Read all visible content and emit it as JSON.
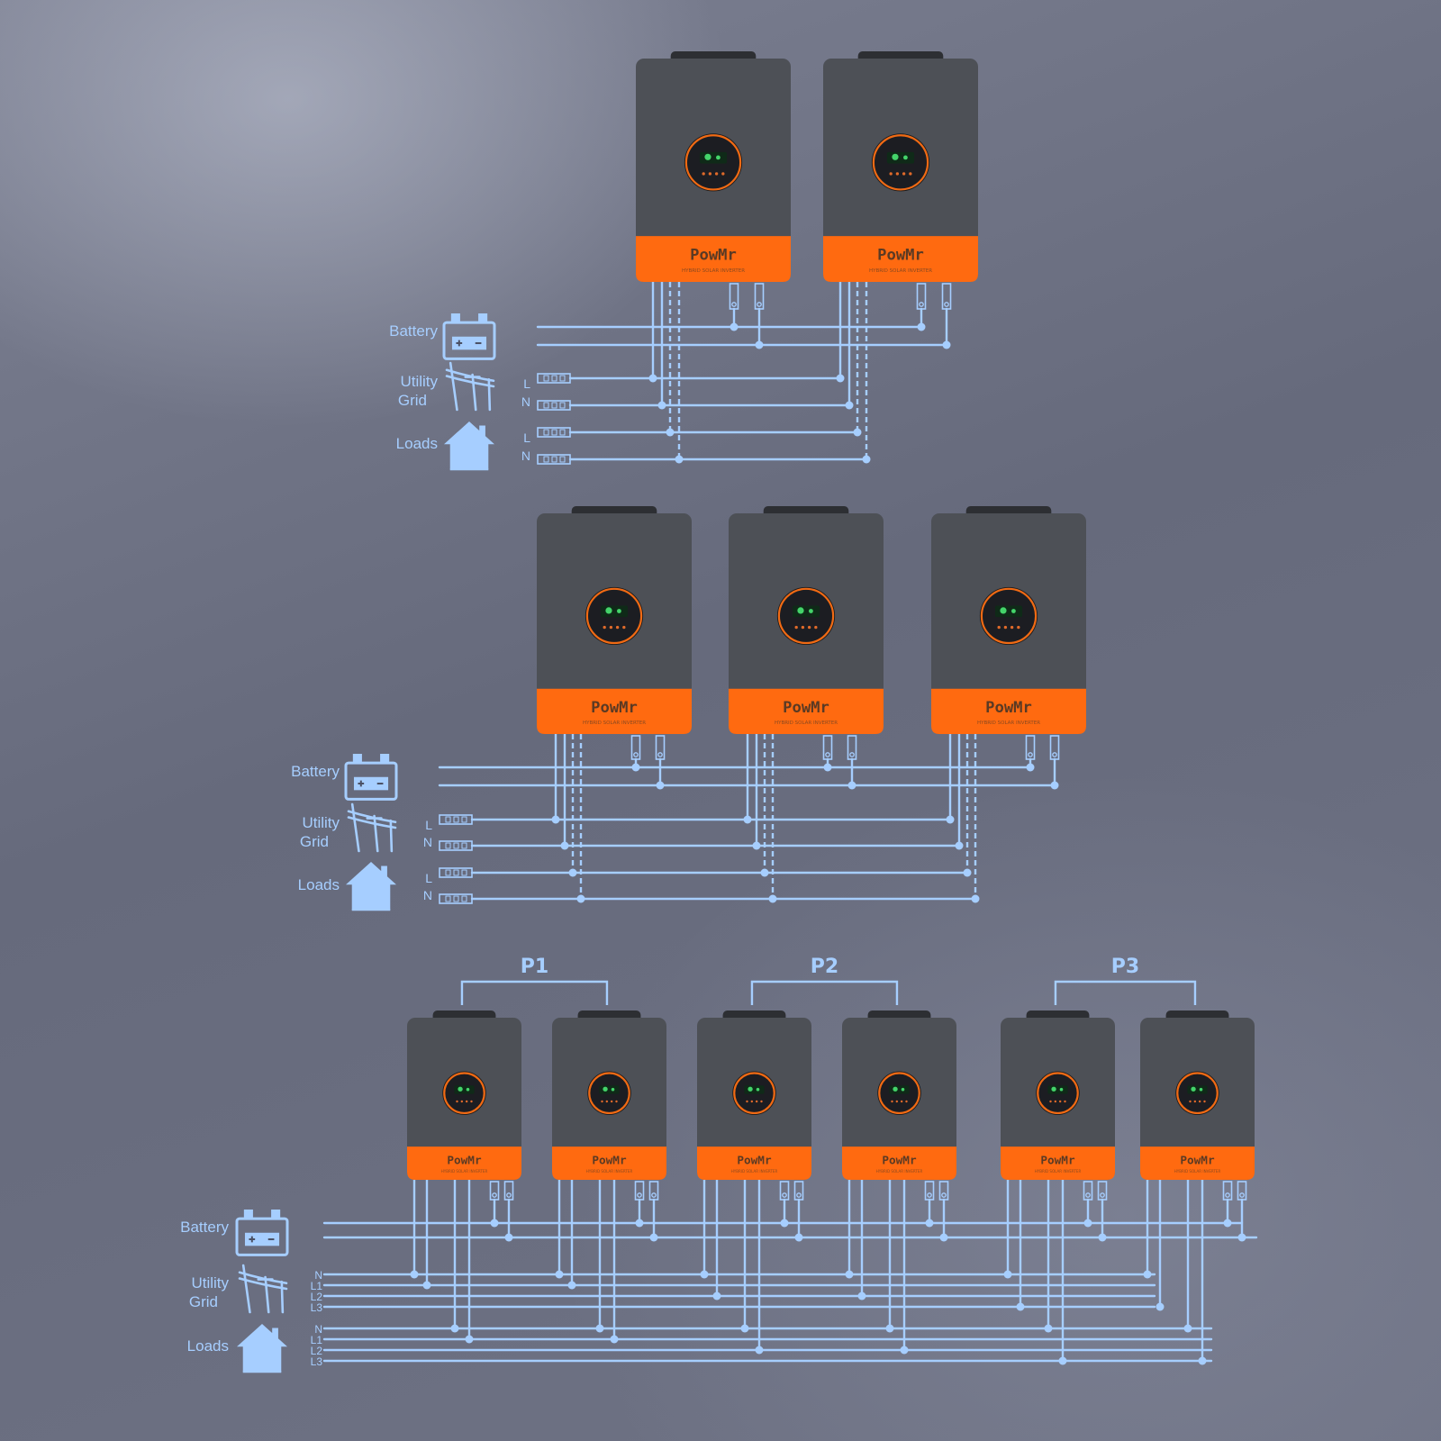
{
  "brand": {
    "name": "PowMr",
    "subtitle": "HYBRID SOLAR INVERTER"
  },
  "labels": {
    "battery": "Battery",
    "utility_line1": "Utility",
    "utility_line2": "Grid",
    "loads": "Loads"
  },
  "wire_labels": {
    "single_phase": [
      "L",
      "N",
      "L",
      "N"
    ],
    "three_phase_grid": [
      "N",
      "L1",
      "L2",
      "L3"
    ],
    "three_phase_loads": [
      "N",
      "L1",
      "L2",
      "L3"
    ]
  },
  "phase_groups": [
    "P1",
    "P2",
    "P3"
  ],
  "sections": [
    {
      "name": "two-unit-parallel",
      "inverter_count": 2
    },
    {
      "name": "three-unit-parallel",
      "inverter_count": 3
    },
    {
      "name": "three-phase-six-units",
      "inverter_count": 6
    }
  ],
  "colors": {
    "wire": "#a6ceff",
    "inverter_body": "#4d5056",
    "inverter_band": "#ff6a10",
    "display_ring": "#f06a14"
  },
  "icons": [
    "battery-icon",
    "utility-pole-icon",
    "house-icon"
  ]
}
